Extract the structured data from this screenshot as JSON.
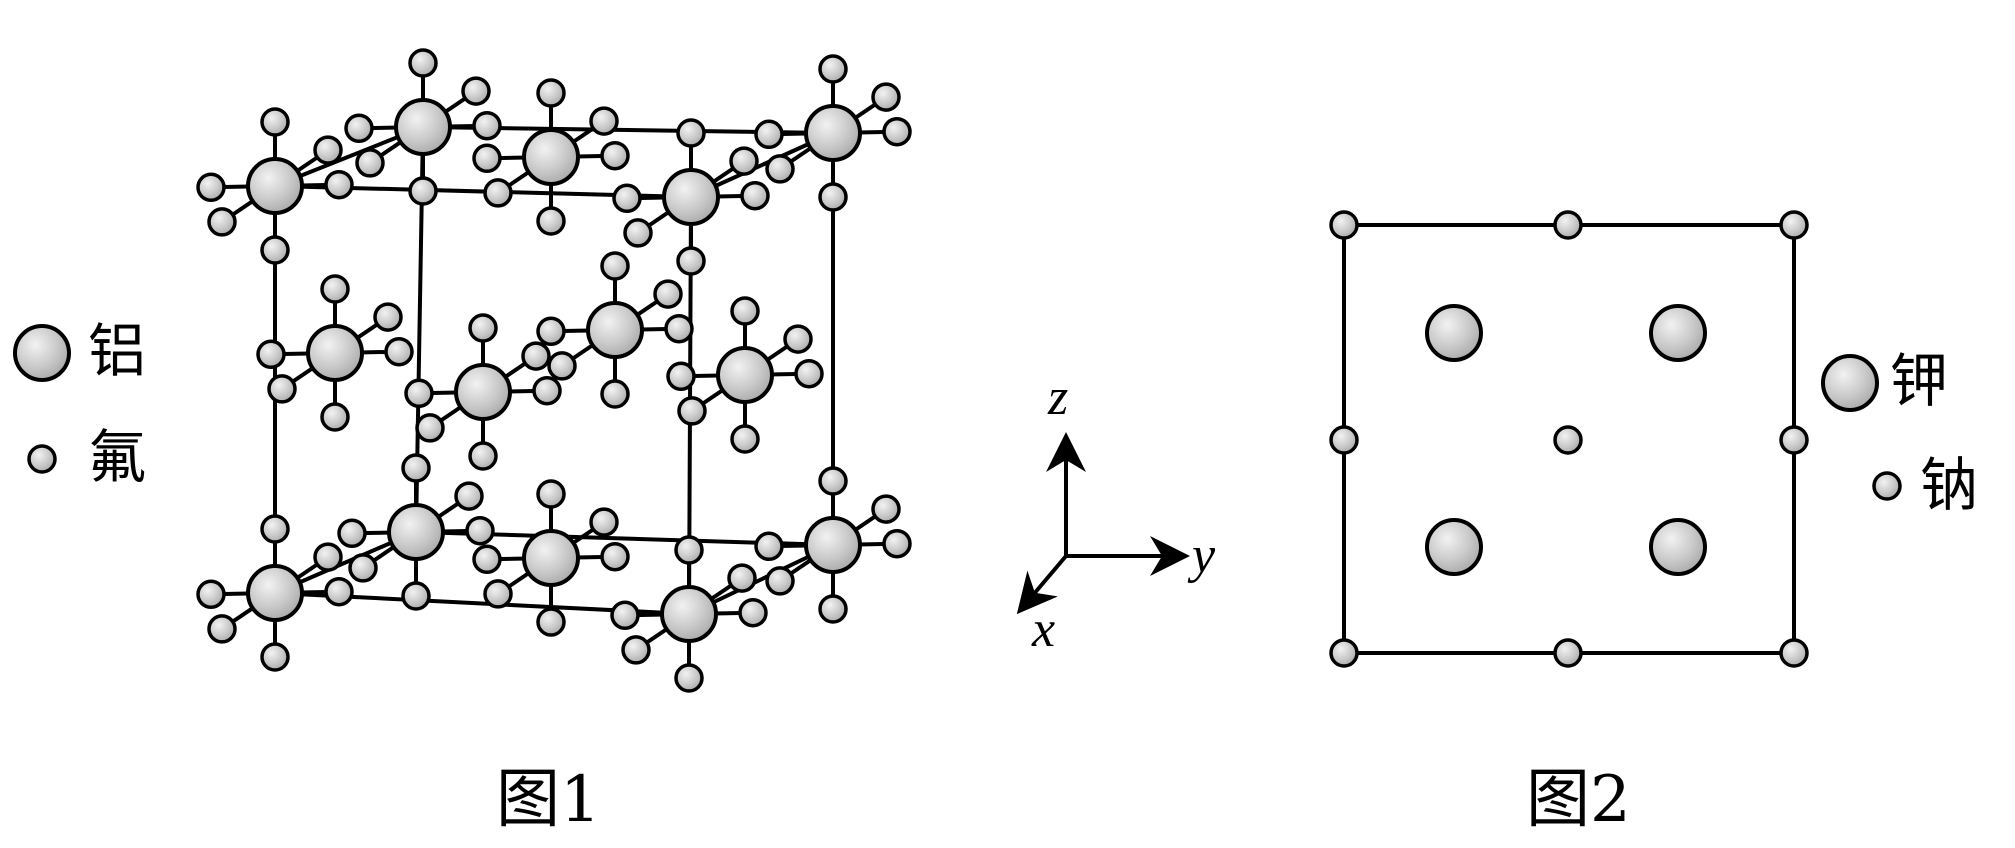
{
  "figure1": {
    "caption": "图1",
    "legend": {
      "large_label": "铝",
      "small_label": "氟"
    }
  },
  "figure2": {
    "caption": "图2",
    "legend": {
      "large_label": "钾",
      "small_label": "钠"
    }
  },
  "axes": {
    "z": "z",
    "y": "y",
    "x": "x"
  },
  "colors": {
    "atom_fill": "#c8c8c8",
    "stroke": "#000000"
  }
}
